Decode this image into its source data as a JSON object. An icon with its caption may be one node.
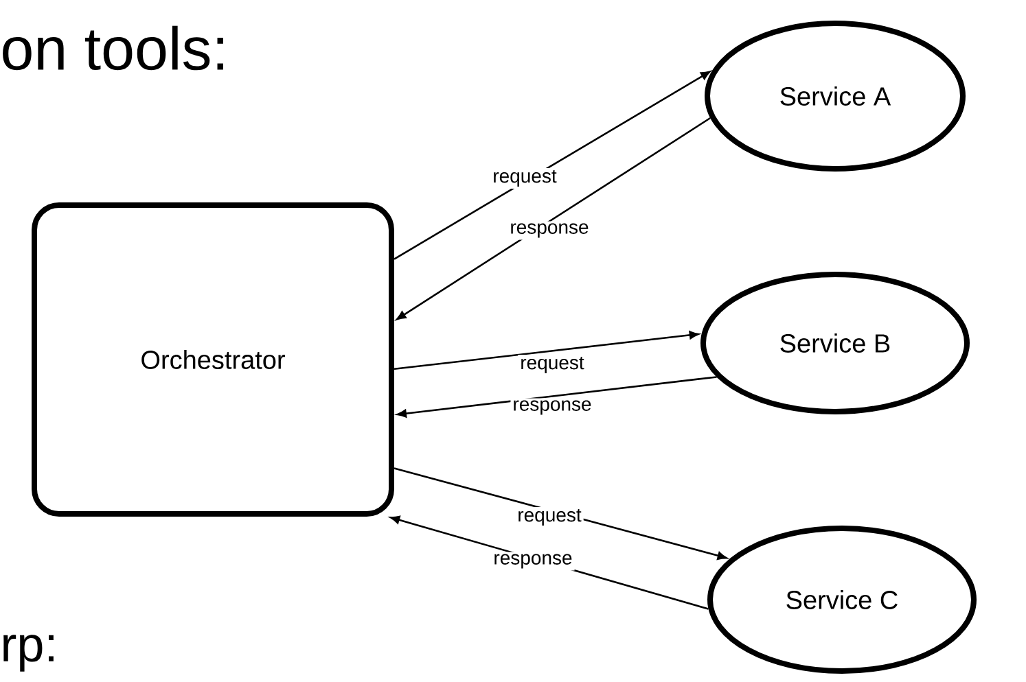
{
  "diagram": {
    "nodes": [
      {
        "text": [
          "Orchestrator"
        ]
      },
      {
        "text": [
          "Service A"
        ]
      },
      {
        "text": [
          "Service B"
        ]
      },
      {
        "text": [
          "Service C"
        ]
      }
    ],
    "edges": [
      {
        "from": 0,
        "to": 1,
        "arrow": "to",
        "label": "request"
      },
      {
        "from": 1,
        "to": 0,
        "arrow": "to",
        "label": "response"
      },
      {
        "from": 0,
        "to": 2,
        "arrow": "to",
        "label": "request"
      },
      {
        "from": 2,
        "to": 0,
        "arrow": "to",
        "label": "response"
      },
      {
        "from": 0,
        "to": 3,
        "arrow": "to",
        "label": "request"
      },
      {
        "from": 3,
        "to": 0,
        "arrow": "to",
        "label": "response"
      }
    ],
    "labels": [
      "on tools:",
      "rp:"
    ]
  }
}
